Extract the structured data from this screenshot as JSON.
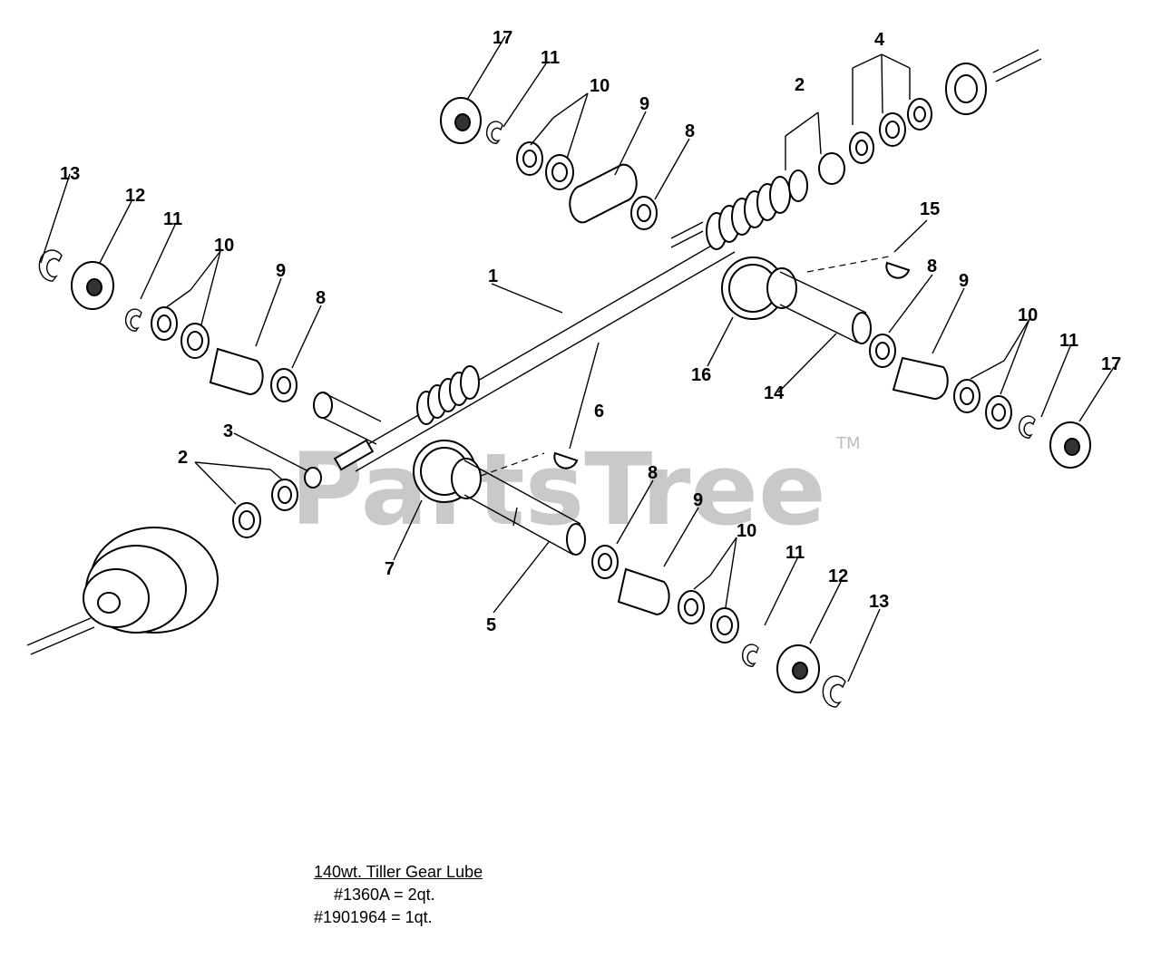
{
  "watermark": {
    "text": "PartsTree",
    "trademark": "TM"
  },
  "callouts": {
    "c1": "1",
    "c2a": "2",
    "c2b": "2",
    "c3": "3",
    "c4": "4",
    "c5": "5",
    "c6": "6",
    "c7": "7",
    "c8a": "8",
    "c8b": "8",
    "c8c": "8",
    "c8d": "8",
    "c9a": "9",
    "c9b": "9",
    "c9c": "9",
    "c9d": "9",
    "c10a": "10",
    "c10b": "10",
    "c10c": "10",
    "c10d": "10",
    "c11a": "11",
    "c11b": "11",
    "c11c": "11",
    "c11d": "11",
    "c12a": "12",
    "c12b": "12",
    "c13a": "13",
    "c13b": "13",
    "c14": "14",
    "c15": "15",
    "c16": "16",
    "c17a": "17",
    "c17b": "17"
  },
  "lube_note": {
    "title": "140wt. Tiller Gear Lube",
    "line1": "#1360A = 2qt.",
    "line2": "#1901964 = 1qt."
  }
}
